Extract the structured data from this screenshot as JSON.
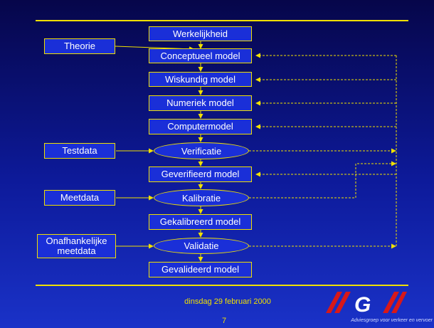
{
  "diagram": {
    "main_steps": [
      "Werkelijkheid",
      "Conceptueel model",
      "Wiskundig model",
      "Numeriek model",
      "Computermodel",
      "Verificatie",
      "Geverifieerd model",
      "Kalibratie",
      "Gekalibreerd model",
      "Validatie",
      "Gevalideerd model"
    ],
    "inputs": [
      "Theorie",
      "Testdata",
      "Meetdata",
      "Onafhankelijke\nmeetdata"
    ]
  },
  "footer": {
    "date": "dinsdag 29 februari 2000",
    "page_number": "7",
    "logo_text": "AGV",
    "tagline": "Adviesgroep voor verkeer en vervoer"
  },
  "colors": {
    "background_top": "#06064a",
    "background_bottom": "#1a32c8",
    "accent": "#f0e000",
    "box_fill": "#1a2fd8"
  }
}
